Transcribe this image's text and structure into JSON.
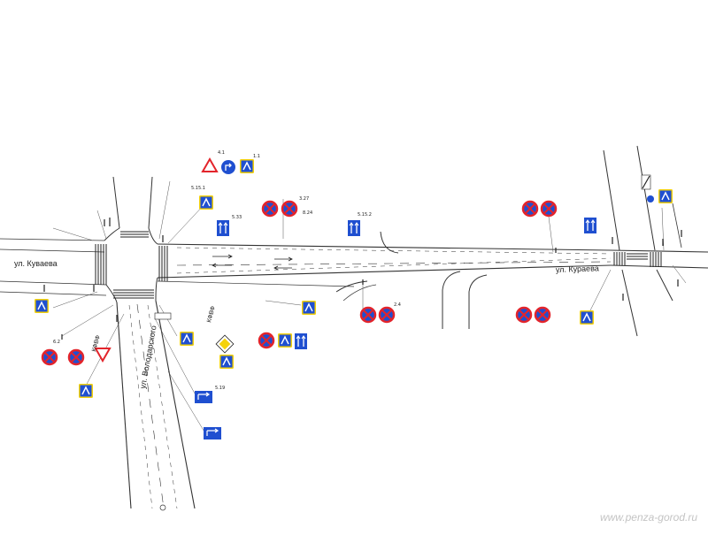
{
  "streets": {
    "kuraeva_west": "ул. Куваева",
    "kuraeva_east": "ул. Кураева",
    "volodarskogo": "ул. Володарского"
  },
  "markers": {
    "kfvf_1": "КФВФ",
    "kfvf_2": "КФВФ"
  },
  "watermark": "www.penza-gorod.ru",
  "sign_codes": {
    "c1": "1.1",
    "c2": "5.33",
    "c3": "5.15.1",
    "c4": "3.27",
    "c5": "8.24",
    "c6": "5.15.2",
    "c7": "2.4",
    "c8": "4.1",
    "c9": "6.2",
    "c10": "5.19"
  },
  "colors": {
    "sign_blue": "#1f4fd0",
    "sign_red": "#e3242b",
    "sign_yellow": "#f5d20a",
    "line": "#333333"
  },
  "icons": [
    "crossing-sign-icon",
    "no-stopping-sign-icon",
    "yield-sign-icon",
    "priority-road-sign-icon",
    "direction-arrow-sign-icon",
    "one-way-sign-icon"
  ]
}
